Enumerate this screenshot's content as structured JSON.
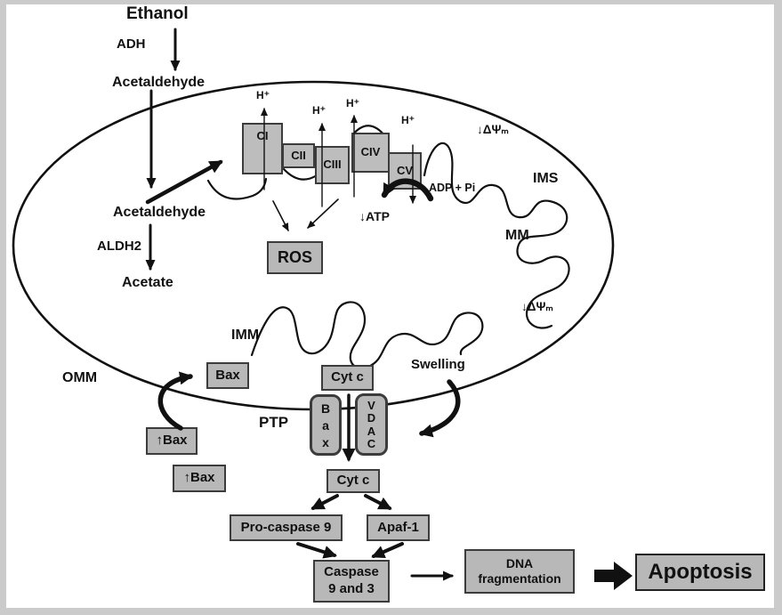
{
  "metabolism": {
    "ethanol": "Ethanol",
    "adh": "ADH",
    "acetaldehyde_cytosol": "Acetaldehyde",
    "acetaldehyde_matrix": "Acetaldehyde",
    "aldh2": "ALDH2",
    "acetate": "Acetate"
  },
  "etc_chain": {
    "complexes": [
      "CI",
      "CII",
      "CIII",
      "CIV",
      "CV"
    ],
    "h_plus": [
      "H⁺",
      "H⁺",
      "H⁺",
      "H⁺"
    ],
    "ros": "ROS",
    "adp_pi": "ADP + Pi",
    "atp_decrease": "↓ATP"
  },
  "compartments": {
    "ims": "IMS",
    "mm": "MM",
    "imm": "IMM",
    "omm": "OMM",
    "delta_psi_top": "↓ΔΨₘ",
    "delta_psi_bottom": "↓ΔΨₘ"
  },
  "mpt": {
    "bax_inserted": "Bax",
    "bax_increase_1": "↑Bax",
    "bax_increase_2": "↑Bax",
    "ptp": "PTP",
    "cyt_c_ims": "Cyt c",
    "cyt_c_released": "Cyt c",
    "bax_channel_letters": [
      "B",
      "a",
      "x"
    ],
    "vdac_letters": [
      "V",
      "D",
      "A",
      "C"
    ],
    "swelling": "Swelling"
  },
  "cascade": {
    "pro_caspase9": "Pro-caspase 9",
    "apaf1": "Apaf-1",
    "caspase_line1": "Caspase",
    "caspase_line2": "9 and 3",
    "dna_line1": "DNA",
    "dna_line2": "fragmentation",
    "apoptosis": "Apoptosis"
  },
  "colors": {
    "box_fill": "#b8b8b8",
    "box_border": "#3c3c3c",
    "line": "#111111",
    "frame": "#cbcbcb",
    "background": "#ffffff"
  }
}
